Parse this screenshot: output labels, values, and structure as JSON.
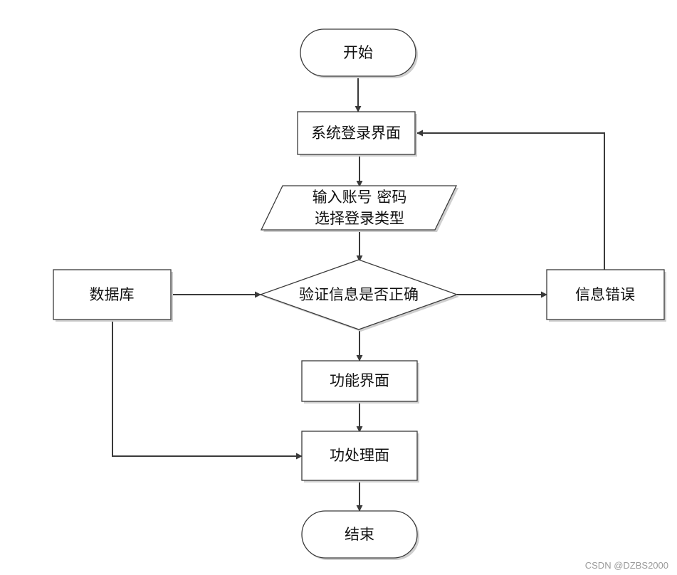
{
  "diagram": {
    "nodes": {
      "start": "开始",
      "login_screen": "系统登录界面",
      "input_line1": "输入账号 密码",
      "input_line2": "选择登录类型",
      "verify": "验证信息是否正确",
      "database": "数据库",
      "info_error": "信息错误",
      "function_screen": "功能界面",
      "process_screen": "功处理面",
      "end": "结束"
    }
  },
  "watermark": "CSDN @DZBS2000",
  "colors": {
    "stroke": "#3a3a3a",
    "text": "#111111",
    "shadow": "#cfcfcf"
  }
}
